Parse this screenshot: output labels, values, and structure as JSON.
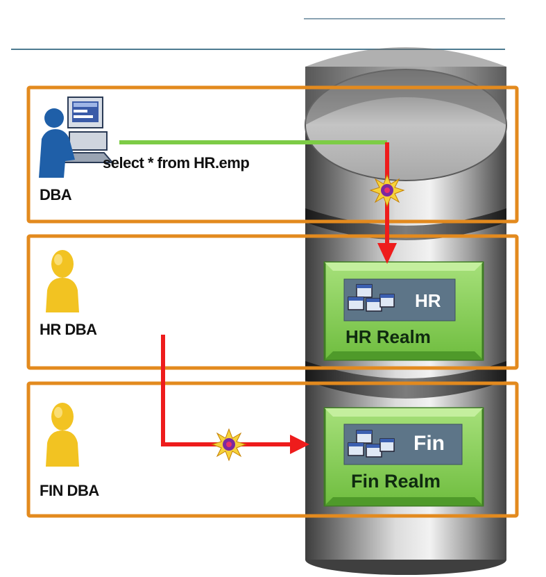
{
  "query": "select * from HR.emp",
  "users": {
    "dba": "DBA",
    "hr_dba": "HR DBA",
    "fin_dba": "FIN DBA"
  },
  "realms": {
    "hr": {
      "short": "HR",
      "name": "HR Realm"
    },
    "fin": {
      "short": "Fin",
      "name": "Fin Realm"
    }
  },
  "colors": {
    "zone_border": "#e38a1e",
    "realm_green": "#8bd15b",
    "realm_inner": "#5d7588",
    "allowed_line": "#7dcc46",
    "blocked_arrow": "#ee1c1c",
    "header_rule": "#4d7a90"
  }
}
